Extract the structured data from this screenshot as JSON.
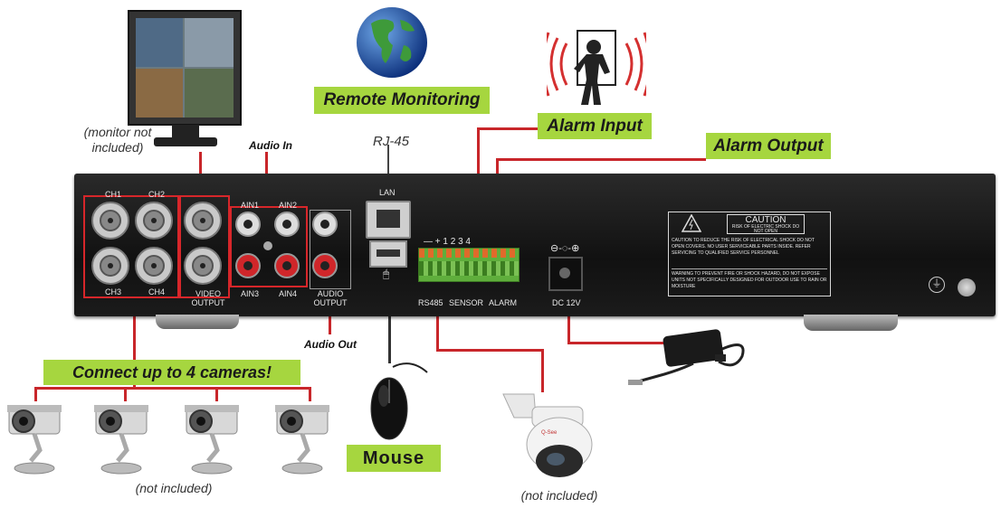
{
  "labels": {
    "remote_monitoring": "Remote Monitoring",
    "alarm_input": "Alarm Input",
    "alarm_output": "Alarm Output",
    "connect_cameras": "Connect up to  4  cameras!",
    "mouse": "Mouse"
  },
  "notes": {
    "monitor_not_included": "(monitor not included)",
    "rj45": "RJ-45",
    "audio_in": "Audio In",
    "audio_out": "Audio Out",
    "cameras_not_included": "(not included)",
    "ptz_not_included": "(not included)"
  },
  "panel": {
    "ch1": "CH1",
    "ch2": "CH2",
    "ch3": "CH3",
    "ch4": "CH4",
    "video_output": "VIDEO OUTPUT",
    "ain1": "AIN1",
    "ain2": "AIN2",
    "ain3": "AIN3",
    "ain4": "AIN4",
    "audio_output": "AUDIO OUTPUT",
    "lan": "LAN",
    "terminal_top": "— +  1   2   3   4",
    "rs485": "RS485",
    "sensor": "SENSOR",
    "alarm": "ALARM",
    "dc": "DC 12V",
    "caution_title": "CAUTION",
    "caution_sub": "RISK OF ELECTRIC SHOCK DO NOT OPEN",
    "caution_text": "CAUTION  TO REDUCE THE RISK OF ELECTRICAL SHOCK DO NOT OPEN COVERS. NO USER SERVICEABLE PARTS INSIDE. REFER SERVICING TO QUALIFIED SERVICE PERSONNEL",
    "warning_text": "WARNING  TO PREVENT FIRE OR SHOCK HAZARD, DO NOT EXPOSE UNITS NOT SPECIFICALLY DESIGNED FOR OUTDOOR USE TO RAIN OR MOISTURE"
  },
  "colors": {
    "accent_green": "#a6d63f",
    "wire_red": "#c8262a",
    "panel_black": "#1c1c1c"
  },
  "icons": [
    "monitor-icon",
    "globe-icon",
    "alarm-person-icon",
    "mouse-icon",
    "ptz-camera-icon",
    "camera-icon",
    "power-adapter-icon",
    "ground-icon",
    "caution-triangle-icon"
  ]
}
